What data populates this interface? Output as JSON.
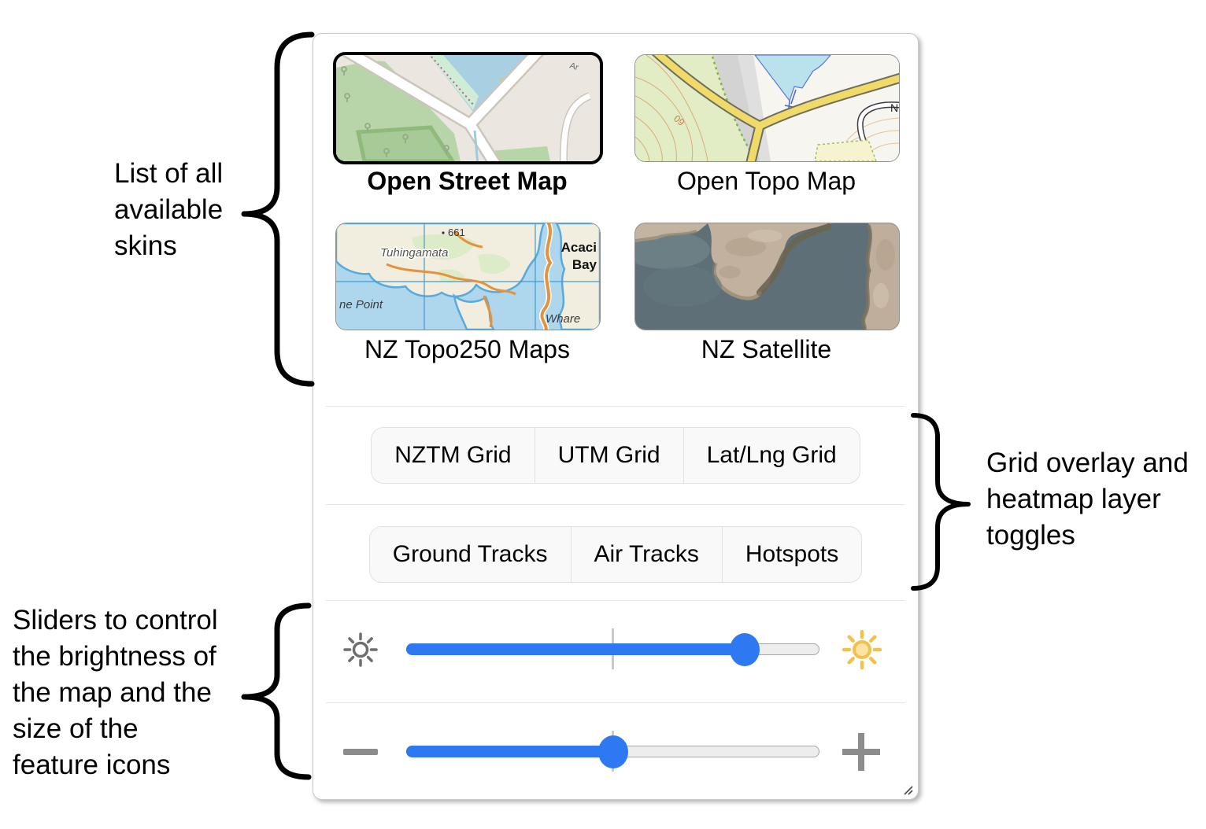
{
  "colors": {
    "accent": "#2e78f2",
    "sun_bright": "#f2c14b",
    "icon_gray": "#8c8c8c",
    "annotation_text": "#000000"
  },
  "panel": {
    "skins": [
      {
        "label": "Open Street Map",
        "selected": true,
        "map_texts": [
          "Ar"
        ]
      },
      {
        "label": "Open Topo Map",
        "selected": false,
        "map_texts": [
          "09",
          "N"
        ]
      },
      {
        "label": "NZ Topo250 Maps",
        "selected": false,
        "map_texts": [
          "661",
          "Tuhingamata",
          "Acaci",
          "Bay",
          "ne Point",
          "Whare"
        ]
      },
      {
        "label": "NZ Satellite",
        "selected": false,
        "map_texts": []
      }
    ],
    "grid_buttons": [
      "NZTM Grid",
      "UTM Grid",
      "Lat/Lng Grid"
    ],
    "layer_buttons": [
      "Ground Tracks",
      "Air Tracks",
      "Hotspots"
    ],
    "brightness_slider": {
      "value_percent": 82,
      "left_icon": "dim-sun-icon",
      "right_icon": "bright-sun-icon"
    },
    "size_slider": {
      "value_percent": 50,
      "left_icon": "minus-icon",
      "right_icon": "plus-icon"
    }
  },
  "annotations": {
    "skins": {
      "lines": [
        "List of all",
        "available",
        "skins"
      ]
    },
    "toggles": {
      "lines": [
        "Grid overlay and",
        "heatmap layer",
        "toggles"
      ]
    },
    "sliders": {
      "lines": [
        "Sliders to control",
        "the brightness of",
        "the map and the",
        "size of the",
        "feature icons"
      ]
    }
  }
}
